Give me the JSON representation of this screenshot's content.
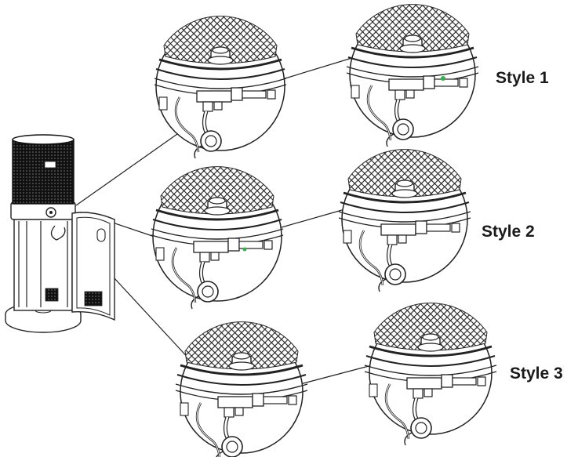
{
  "labels": {
    "style1": "Style 1",
    "style2": "Style 2",
    "style3": "Style 3"
  },
  "colors": {
    "line": "#1a1a1a",
    "background": "#ffffff",
    "mesh": "#222222",
    "accent_green": "#35b04a"
  },
  "icons": {
    "heater": "patio-heater-icon",
    "detail": "gas-valve-detail-icon"
  }
}
